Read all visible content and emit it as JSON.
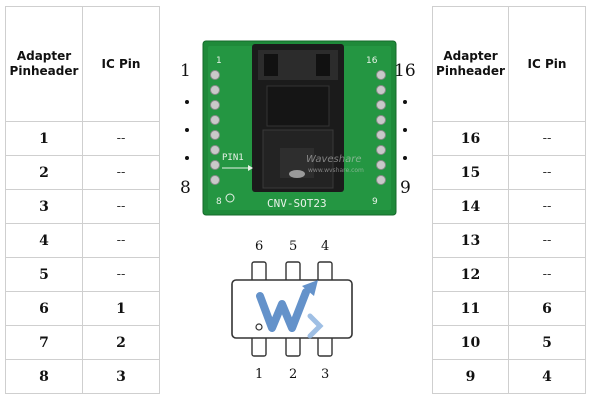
{
  "left_table": {
    "headers": [
      "Adapter Pinheader",
      "IC Pin"
    ],
    "rows": [
      [
        "1",
        "--"
      ],
      [
        "2",
        "--"
      ],
      [
        "3",
        "--"
      ],
      [
        "4",
        "--"
      ],
      [
        "5",
        "--"
      ],
      [
        "6",
        "1"
      ],
      [
        "7",
        "2"
      ],
      [
        "8",
        "3"
      ]
    ]
  },
  "right_table": {
    "headers": [
      "Adapter Pinheader",
      "IC Pin"
    ],
    "rows": [
      [
        "16",
        "--"
      ],
      [
        "15",
        "--"
      ],
      [
        "14",
        "--"
      ],
      [
        "13",
        "--"
      ],
      [
        "12",
        "--"
      ],
      [
        "11",
        "6"
      ],
      [
        "10",
        "5"
      ],
      [
        "9",
        "4"
      ]
    ]
  },
  "board": {
    "label_left_top": "1",
    "label_left_bottom": "8",
    "label_right_top": "16",
    "label_right_bottom": "9",
    "silk_pin1": "1",
    "silk_pin8": "8",
    "silk_pin16": "16",
    "silk_pin9": "9",
    "silk_pin1_arrow": "PIN1",
    "silk_name": "CNV-SOT23",
    "watermark": "Waveshare",
    "watermark_url": "www.wvshare.com",
    "colors": {
      "pcb": "#1f8a3a",
      "socket": "#1a1a1a",
      "pins": "#c8c8c8"
    }
  },
  "chip": {
    "top_pins": [
      "6",
      "5",
      "4"
    ],
    "bottom_pins": [
      "1",
      "2",
      "3"
    ],
    "logo": "waveshare-logo"
  }
}
